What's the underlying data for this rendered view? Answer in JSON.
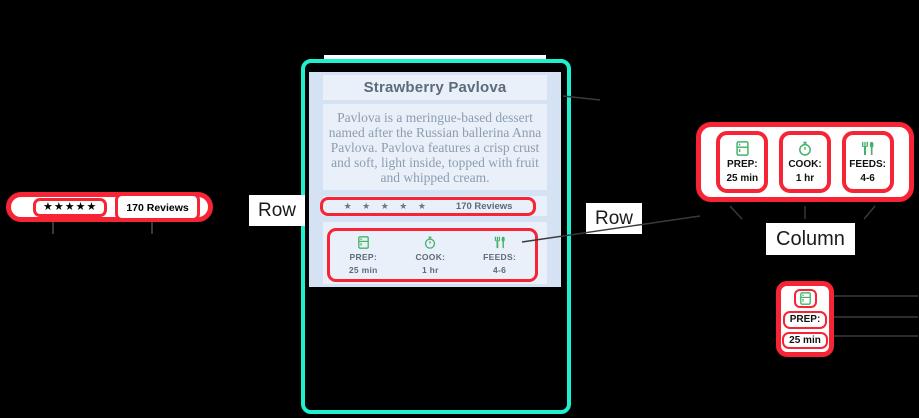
{
  "recipe": {
    "title": "Strawberry Pavlova",
    "description": "Pavlova is a meringue-based dessert named after the Russian ballerina Anna Pavlova. Pavlova features a crisp crust and soft, light inside, topped with fruit and whipped cream.",
    "stars": "★ ★ ★ ★ ★",
    "reviews": "170 Reviews",
    "stats": [
      {
        "icon": "kitchen-icon",
        "label": "PREP:",
        "value": "25 min"
      },
      {
        "icon": "timer-icon",
        "label": "COOK:",
        "value": "1 hr"
      },
      {
        "icon": "restaurant-icon",
        "label": "FEEDS:",
        "value": "4-6"
      }
    ]
  },
  "annotations": {
    "row_left": "Row",
    "row_right": "Row",
    "column": "Column"
  },
  "left_detail": {
    "stars": "★★★★★",
    "reviews": "170 Reviews"
  },
  "right_detail": {
    "items": [
      {
        "icon": "kitchen-icon",
        "label": "PREP:",
        "value": "25 min"
      },
      {
        "icon": "timer-icon",
        "label": "COOK:",
        "value": "1 hr"
      },
      {
        "icon": "restaurant-icon",
        "label": "FEEDS:",
        "value": "4-6"
      }
    ]
  },
  "bottom_right_detail": {
    "icon": "kitchen-icon",
    "label": "PREP:",
    "value": "25 min"
  },
  "colors": {
    "highlight": "#f62434",
    "device_outline": "#1ef0d0",
    "card_bg": "#e9f0f9",
    "card_edge": "#d4e2f3",
    "icon_green": "#45b26b",
    "text_muted": "#5c6b7a"
  }
}
